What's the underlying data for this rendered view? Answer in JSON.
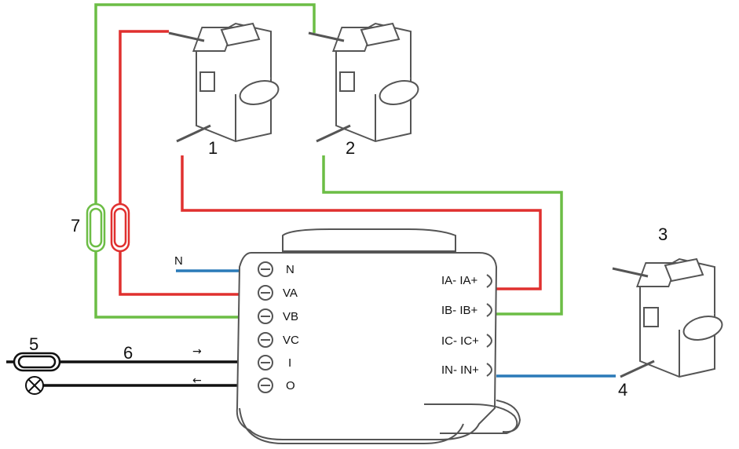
{
  "colors": {
    "green": "#6cbd45",
    "red": "#e0302f",
    "blue": "#2a7ab8",
    "black": "#111111",
    "device_stroke": "#555555",
    "device_fill": "#ffffff"
  },
  "callouts": {
    "ct1": "1",
    "ct2": "2",
    "ct3": "3",
    "ct4": "4",
    "fuse5": "5",
    "cable6": "6",
    "fuse7": "7"
  },
  "left_terminals": [
    "N",
    "VA",
    "VB",
    "VC",
    "I",
    "O"
  ],
  "right_terminals": [
    "IA- IA+",
    "IB- IB+",
    "IC- IC+",
    "IN- IN+"
  ],
  "wire_labels": {
    "neutral": "N"
  },
  "arrows": {
    "out": "→",
    "in": "←"
  },
  "icons": [
    "current-transformer-icon",
    "fuse-icon",
    "lamp-icon",
    "screw-terminal-icon"
  ]
}
